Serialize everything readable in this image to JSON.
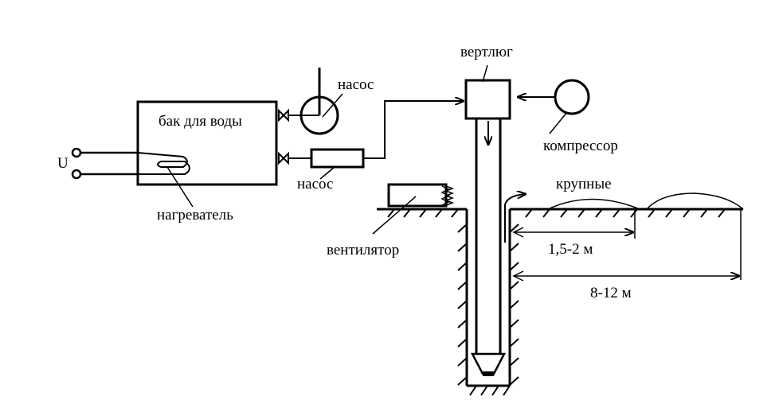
{
  "labels": {
    "water_tank": "бак для воды",
    "pump_top": "насос",
    "pump_bottom": "насос",
    "heater": "нагреватель",
    "voltage": "U",
    "swivel": "вертлюг",
    "compressor": "компрессор",
    "fan": "вентилятор",
    "coarse": "крупные",
    "dist_near": "1,5-2 м",
    "dist_far": "8-12 м"
  },
  "colors": {
    "ink": "#000000",
    "background": "#ffffff"
  }
}
